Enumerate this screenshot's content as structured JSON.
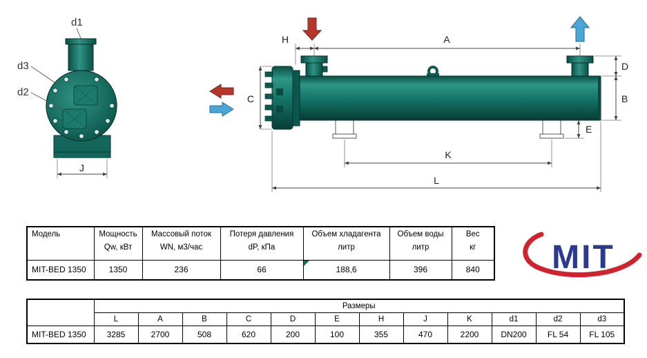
{
  "front_view": {
    "labels": {
      "d1": "d1",
      "d3": "d3",
      "d2": "d2",
      "J": "J"
    }
  },
  "side_view": {
    "labels": {
      "H": "H",
      "A": "A",
      "C": "C",
      "D": "D",
      "B": "B",
      "E": "E",
      "K": "K",
      "L": "L"
    }
  },
  "colors": {
    "body_teal": "#17756a",
    "body_dark": "#083d35",
    "inlet_red": "#b5372b",
    "outlet_blue": "#4ba6d8",
    "logo_navy": "#2b3990",
    "logo_red": "#d0232e",
    "cell_marker_green": "#1e7145"
  },
  "spec_table": {
    "columns": [
      {
        "title": "Модель",
        "sub": ""
      },
      {
        "title": "Мощность",
        "sub": "Qw, кВт"
      },
      {
        "title": "Массовый поток",
        "sub": "WN, м3/час"
      },
      {
        "title": "Потеря давления",
        "sub": "dP, кПа"
      },
      {
        "title": "Объем хладагента",
        "sub": "литр"
      },
      {
        "title": "Объем воды",
        "sub": "литр"
      },
      {
        "title": "Вес",
        "sub": "кг"
      }
    ],
    "row": {
      "model": "MIT-BED 1350",
      "power": "1350",
      "mass_flow": "236",
      "pressure_drop": "66",
      "refrigerant_volume": "188,6",
      "water_volume": "396",
      "weight": "840"
    }
  },
  "dim_table": {
    "group_header": "Размеры",
    "columns": [
      "L",
      "A",
      "B",
      "C",
      "D",
      "E",
      "H",
      "J",
      "K",
      "d1",
      "d2",
      "d3"
    ],
    "row": {
      "model": "MIT-BED 1350",
      "values": [
        "3285",
        "2700",
        "508",
        "620",
        "200",
        "100",
        "355",
        "470",
        "2200",
        "DN200",
        "FL 54",
        "FL 105"
      ]
    }
  },
  "logo": {
    "text": "MIT"
  }
}
